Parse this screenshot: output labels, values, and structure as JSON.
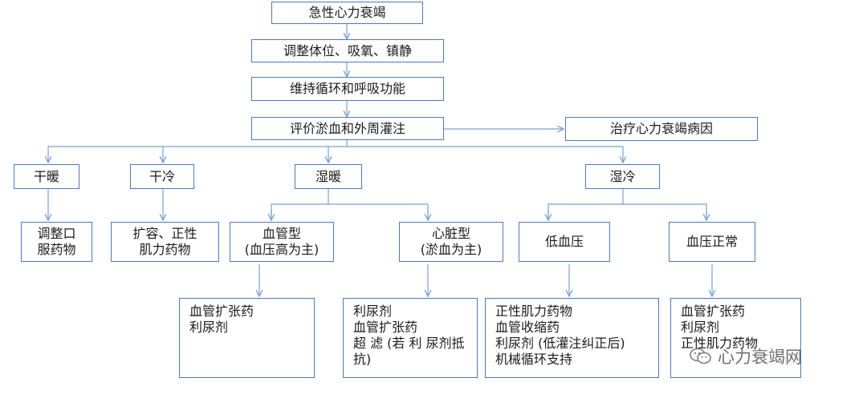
{
  "nodes": {
    "acute_hf": "急性心力衰竭",
    "step1": "调整体位、吸氧、镇静",
    "step2": "维持循环和呼吸功能",
    "step3": "评价淤血和外周灌注",
    "treat_cause": "治疗心力衰竭病因",
    "dry_warm": "干暖",
    "dry_cold": "干冷",
    "wet_warm": "湿暖",
    "wet_cold": "湿冷",
    "dry_warm_tx": [
      "调整口",
      "服药物"
    ],
    "dry_cold_tx": [
      "扩容、正性",
      "肌力药物"
    ],
    "vascular": [
      "血管型",
      "(血压高为主)"
    ],
    "cardiac": [
      "心脏型",
      "(淤血为主)"
    ],
    "low_bp": "低血压",
    "normal_bp": "血压正常",
    "vascular_tx": [
      "血管扩张药",
      "利尿剂"
    ],
    "cardiac_tx": [
      "利尿剂",
      "血管扩张药",
      "超 滤 (若 利 尿剂抵",
      "抗)"
    ],
    "low_bp_tx": [
      "正性肌力药物",
      "血管收缩药",
      "利尿剂 (低灌注纠正后)",
      "机械循环支持"
    ],
    "normal_bp_tx": [
      "血管扩张药",
      "利尿剂",
      "正性肌力药物"
    ]
  },
  "watermark": {
    "text": "心力衰竭网",
    "icon": "wechat-logo-icon"
  },
  "colors": {
    "border": "#4e79b8",
    "connector": "#7aa0d2",
    "text": "#1a1a1a"
  }
}
